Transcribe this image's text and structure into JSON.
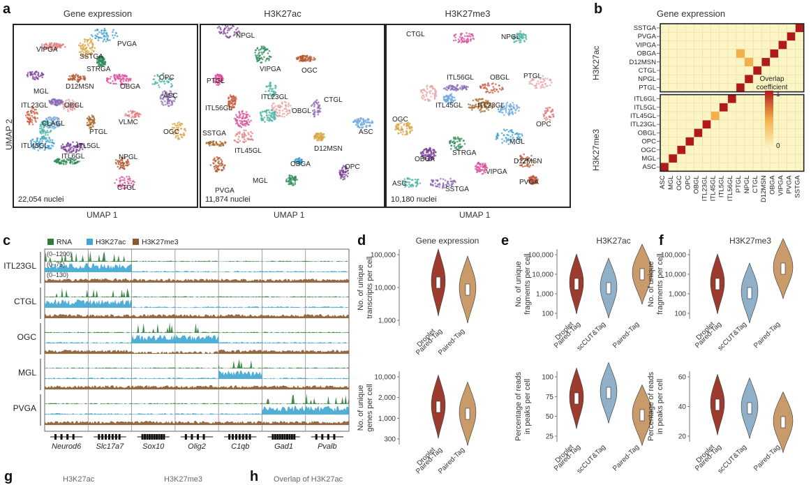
{
  "panel_letters": {
    "a": "a",
    "b": "b",
    "c": "c",
    "d": "d",
    "e": "e",
    "f": "f",
    "g": "g",
    "h": "h"
  },
  "umap": {
    "y_axis": "UMAP 2",
    "panels": [
      {
        "title": "Gene expression",
        "x_axis": "UMAP 1",
        "count": "22,054 nuclei",
        "labels": [
          "VIPGA",
          "SSTGA",
          "PVGA",
          "MGL",
          "STRGA",
          "D12MSN",
          "OBGA",
          "OPC",
          "ASC",
          "ITL23GL",
          "OBGL",
          "CLAGL",
          "PTGL",
          "VLMC",
          "OGC",
          "ITL45GL",
          "ITL5GL",
          "ITL6GL",
          "NPGL",
          "CTGL"
        ]
      },
      {
        "title": "H3K27ac",
        "x_axis": "UMAP 1",
        "count": "11,874 nuclei",
        "labels": [
          "NPGL",
          "VIPGA",
          "OGC",
          "PTGL",
          "ITL23GL",
          "CTGL",
          "ITL56GL",
          "OBGL",
          "ASC",
          "SSTGA",
          "ITL45GL",
          "D12MSN",
          "OBGA",
          "OPC",
          "MGL",
          "PVGA"
        ]
      },
      {
        "title": "H3K27me3",
        "x_axis": "UMAP 1",
        "count": "10,180 nuclei",
        "labels": [
          "CTGL",
          "NPGL",
          "ITL56GL",
          "OBGL",
          "PTGL",
          "ITL45GL",
          "ITL23GL",
          "OPC",
          "OGC",
          "MGL",
          "OBGA",
          "STRGA",
          "D12MSN",
          "VIPGA",
          "ASC",
          "SSTGA",
          "PVGA"
        ]
      }
    ]
  },
  "heatmap": {
    "title": "Gene expression",
    "row_group_top": "H3K27ac",
    "row_group_bottom": "H3K27me3",
    "rows_top": [
      "SSTGA",
      "PVGA",
      "VIPGA",
      "OBGA",
      "D12MSN",
      "CTGL",
      "NPGL",
      "PTGL"
    ],
    "rows_bottom": [
      "ITL6GL",
      "ITL5GL",
      "ITL45GL",
      "ITL23GL",
      "OBGL",
      "OPC",
      "OGC",
      "MGL",
      "ASC"
    ],
    "columns": [
      "ASC",
      "MGL",
      "OGC",
      "OPC",
      "OBGL",
      "ITL23GL",
      "ITL45GL",
      "ITL5GL",
      "ITL56GL",
      "PTGL",
      "NPGL",
      "CTGL",
      "D12MSN",
      "OBGA",
      "VIPGA",
      "PVGA",
      "SSTGA"
    ],
    "legend_title": "Overlap\ncoefficient",
    "legend_max": "1",
    "legend_min": "0",
    "colors": {
      "low": "#fbf5c4",
      "mid": "#f3b04a",
      "high": "#b11a1a"
    }
  },
  "tracks": {
    "legend": [
      "RNA",
      "H3K27ac",
      "H3K27me3"
    ],
    "colors": {
      "RNA": "#2e7d3a",
      "H3K27ac": "#3ea6d2",
      "H3K27me3": "#8a5a2e"
    },
    "ranges": [
      "(0–1200)",
      "(0–75)",
      "(0–130)"
    ],
    "cell_types": [
      "ITL23GL",
      "CTGL",
      "OGC",
      "MGL",
      "PVGA"
    ],
    "genes": [
      "Neurod6",
      "Slc17a7",
      "Sox10",
      "Olig2",
      "C1qb",
      "Gad1",
      "Pvalb"
    ]
  },
  "violins": {
    "d": {
      "title": "Gene expression",
      "top_ylabel": "No. of unique\ntranscripts per cell",
      "top_ticks": [
        "100,000",
        "10,000",
        "1,000"
      ],
      "bottom_ylabel": "No. of unique\ngenes per cell",
      "bottom_ticks": [
        "10,000",
        "2,000",
        "1,000",
        "300"
      ],
      "categories": [
        "Droplet\nPaired-Tag",
        "Paired-Tag"
      ]
    },
    "e": {
      "title": "H3K27ac",
      "top_ylabel": "No. of unique\nfragments per cell",
      "top_ticks": [
        "100,000",
        "10,000",
        "1,000",
        "100"
      ],
      "bottom_ylabel": "Percentage of reads\nin peaks per cell",
      "bottom_ticks": [
        "100",
        "75",
        "50",
        "25"
      ],
      "categories": [
        "Droplet\nPaired-Tag",
        "scCUT&Tag",
        "Paired-Tag"
      ]
    },
    "f": {
      "title": "H3K27me3",
      "top_ylabel": "No. of unique\nfragments per cell",
      "top_ticks": [
        "100,000",
        "10,000",
        "1,000",
        "100"
      ],
      "bottom_ylabel": "Percentage of reads\nin peaks per cell",
      "bottom_ticks": [
        "60",
        "40",
        "20"
      ],
      "categories": [
        "Droplet\nPaired-Tag",
        "scCUT&Tag",
        "Paired-Tag"
      ]
    },
    "colors": [
      "#9e3b2f",
      "#8fb0c6",
      "#c99a6a"
    ]
  },
  "bottom_fragments": {
    "g_left": "H3K27ac",
    "g_right": "H3K27me3",
    "h_text": "Overlap of H3K27ac"
  }
}
